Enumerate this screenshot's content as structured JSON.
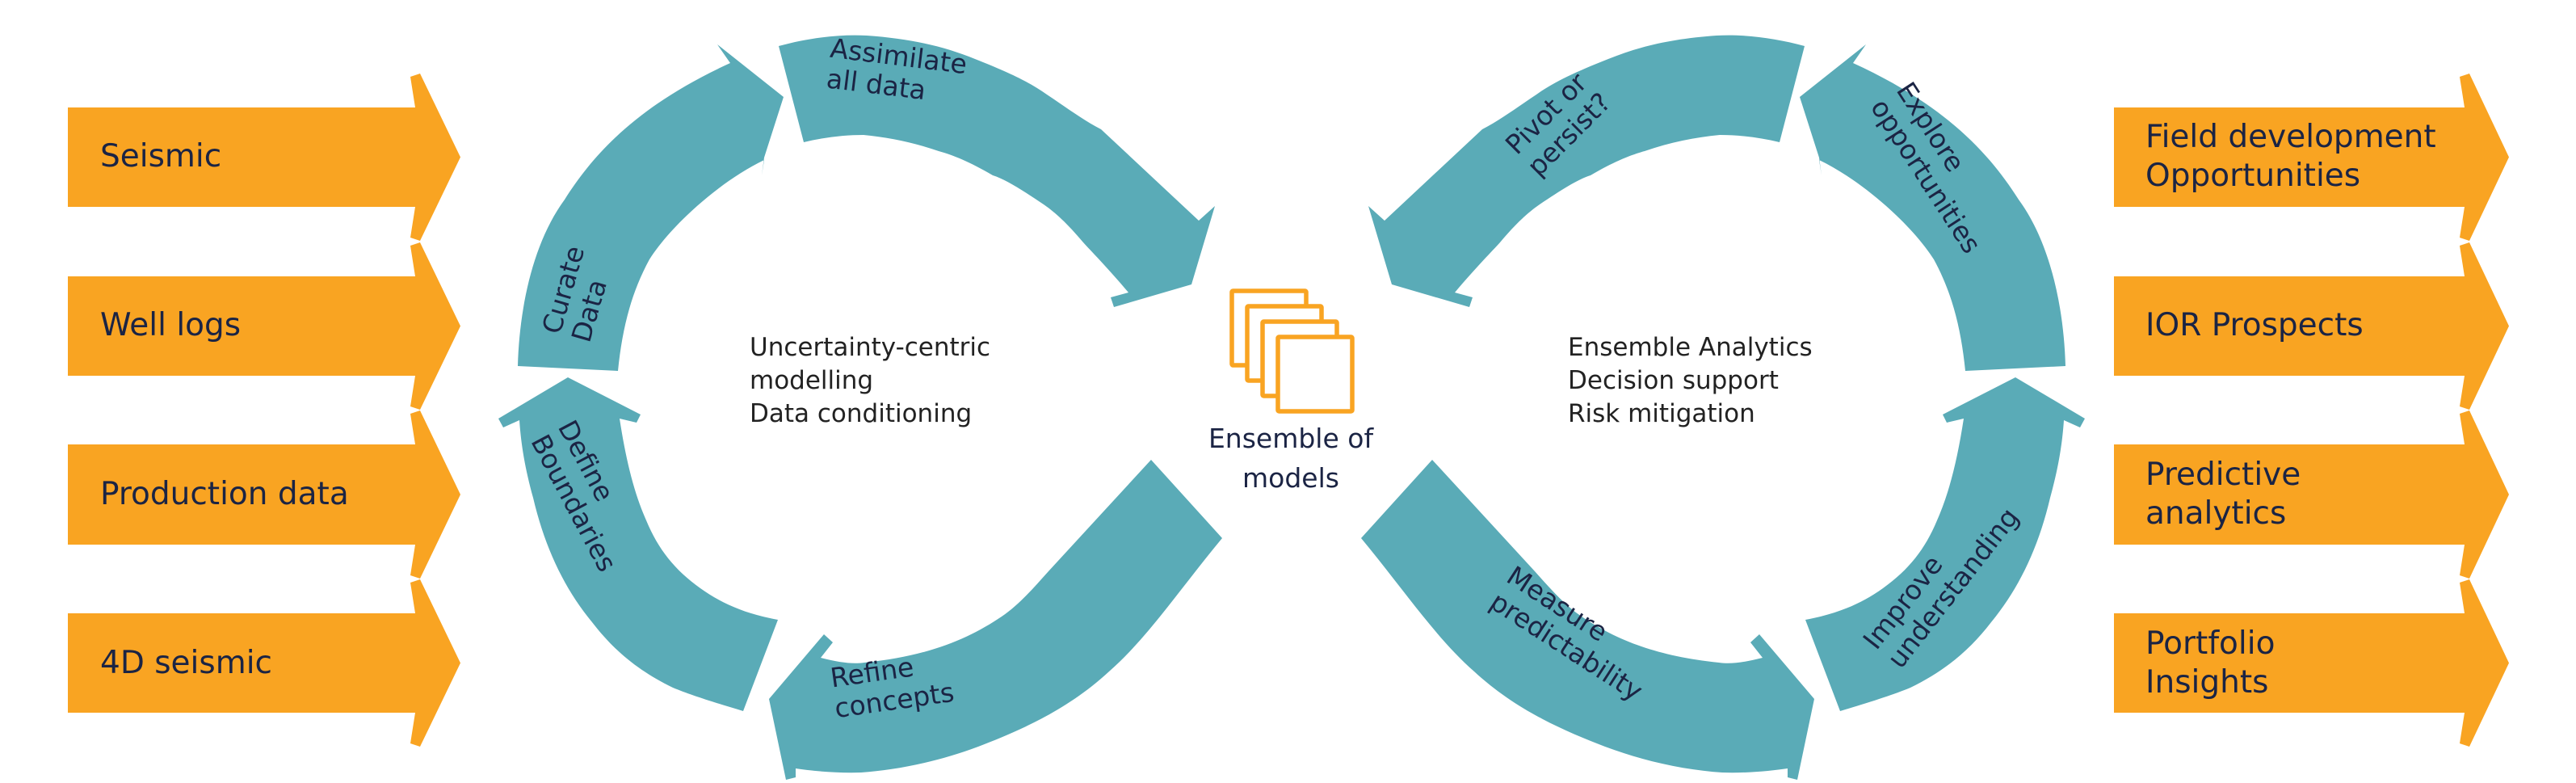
{
  "colors": {
    "input_arrow": "#F9A422",
    "cycle_arrow": "#5AABB7",
    "text_dark": "#1B2444",
    "note_text": "#222222",
    "model_icon": "#F9A422"
  },
  "inputs": [
    {
      "label": "Seismic"
    },
    {
      "label": "Well logs"
    },
    {
      "label": "Production data"
    },
    {
      "label": "4D seismic"
    }
  ],
  "outputs": [
    {
      "label": "Field development\nOpportunities"
    },
    {
      "label": "IOR Prospects"
    },
    {
      "label": "Predictive\nanalytics"
    },
    {
      "label": "Portfolio\nInsights"
    }
  ],
  "left_cycle": {
    "steps": [
      {
        "label": "Curate\nData"
      },
      {
        "label": "Assimilate\nall data"
      },
      {
        "label": "Refine\nconcepts"
      },
      {
        "label": "Define\nBoundaries"
      }
    ],
    "note": "Uncertainty-centric\nmodelling\nData conditioning"
  },
  "right_cycle": {
    "steps": [
      {
        "label": "Pivot or\npersist?"
      },
      {
        "label": "Explore\nopportunities"
      },
      {
        "label": "Improve\nunderstanding"
      },
      {
        "label": "Measure\npredictability"
      }
    ],
    "note": "Ensemble Analytics\nDecision support\nRisk mitigation"
  },
  "center": {
    "icon": "stacked-models-icon",
    "label": "Ensemble of\nmodels",
    "stack_count": 4
  }
}
